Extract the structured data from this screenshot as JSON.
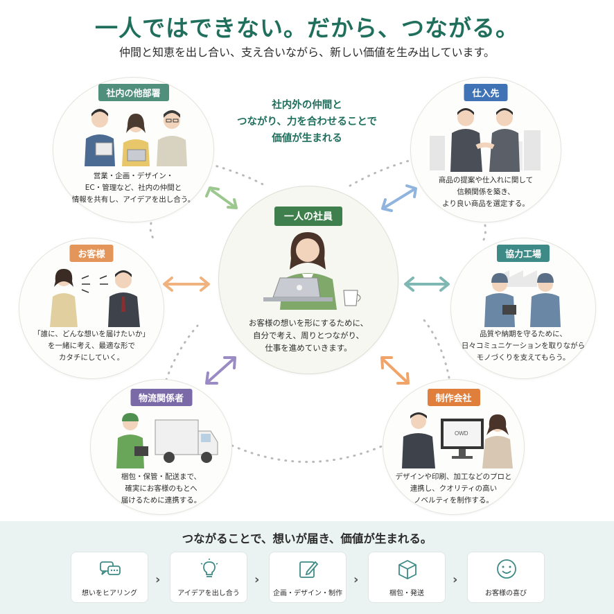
{
  "header": {
    "title": "一人ではできない。だから、つながる。",
    "subtitle": "仲間と知恵を出し合い、支え合いながら、新しい価値を生み出しています。"
  },
  "center_note": [
    "社内外の仲間と",
    "つながり、力を合わせることで",
    "価値が生まれる"
  ],
  "center": {
    "tag": "一人の社員",
    "desc": [
      "お客様の想いを形にするために、",
      "自分で考え、周りとつながり、",
      "仕事を進めていきます。"
    ]
  },
  "nodes": {
    "internal": {
      "tag": "社内の他部署",
      "desc": [
        "営業・企画・デザイン・",
        "EC・管理など、社内の仲間と",
        "情報を共有し、アイデアを出し合う。"
      ]
    },
    "supplier": {
      "tag": "仕入先",
      "desc": [
        "商品の提案や仕入れに関して",
        "信頼関係を築き、",
        "より良い商品を選定する。"
      ]
    },
    "customer": {
      "tag": "お客様",
      "desc": [
        "「誰に、どんな想いを届けたいか」",
        "を一緒に考え、最適な形で",
        "カタチにしていく。"
      ]
    },
    "factory": {
      "tag": "協力工場",
      "desc": [
        "品質や納期を守るために、",
        "日々コミュニケーションを取りながら",
        "モノづくりを支えてもらう。"
      ]
    },
    "logistics": {
      "tag": "物流関係者",
      "desc": [
        "梱包・保管・配送まで、",
        "確実にお客様のもとへ",
        "届けるために連携する。"
      ]
    },
    "production": {
      "tag": "制作会社",
      "desc": [
        "デザインや印刷、加工などのプロと",
        "連携し、クオリティの高い",
        "ノベルティを制作する。"
      ]
    }
  },
  "screen_label": "OWD",
  "footer": {
    "heading": "つながることで、想いが届き、価値が生まれる。",
    "steps": [
      {
        "label": "想いをヒアリング",
        "icon": "chat-bubbles-icon"
      },
      {
        "label": "アイデアを出し合う",
        "icon": "lightbulb-icon"
      },
      {
        "label": "企画・デザイン・制作",
        "icon": "pen-edit-icon"
      },
      {
        "label": "梱包・発送",
        "icon": "package-icon"
      },
      {
        "label": "お客様の喜び",
        "icon": "smile-icon"
      }
    ]
  },
  "colors": {
    "title": "#1f6f5c",
    "internal": "#4f8f7c",
    "supplier": "#3f73b5",
    "customer": "#e4955a",
    "factory": "#3e8a86",
    "logistics": "#7a6aa8",
    "production": "#e07f3c",
    "center": "#3f7f4d"
  }
}
